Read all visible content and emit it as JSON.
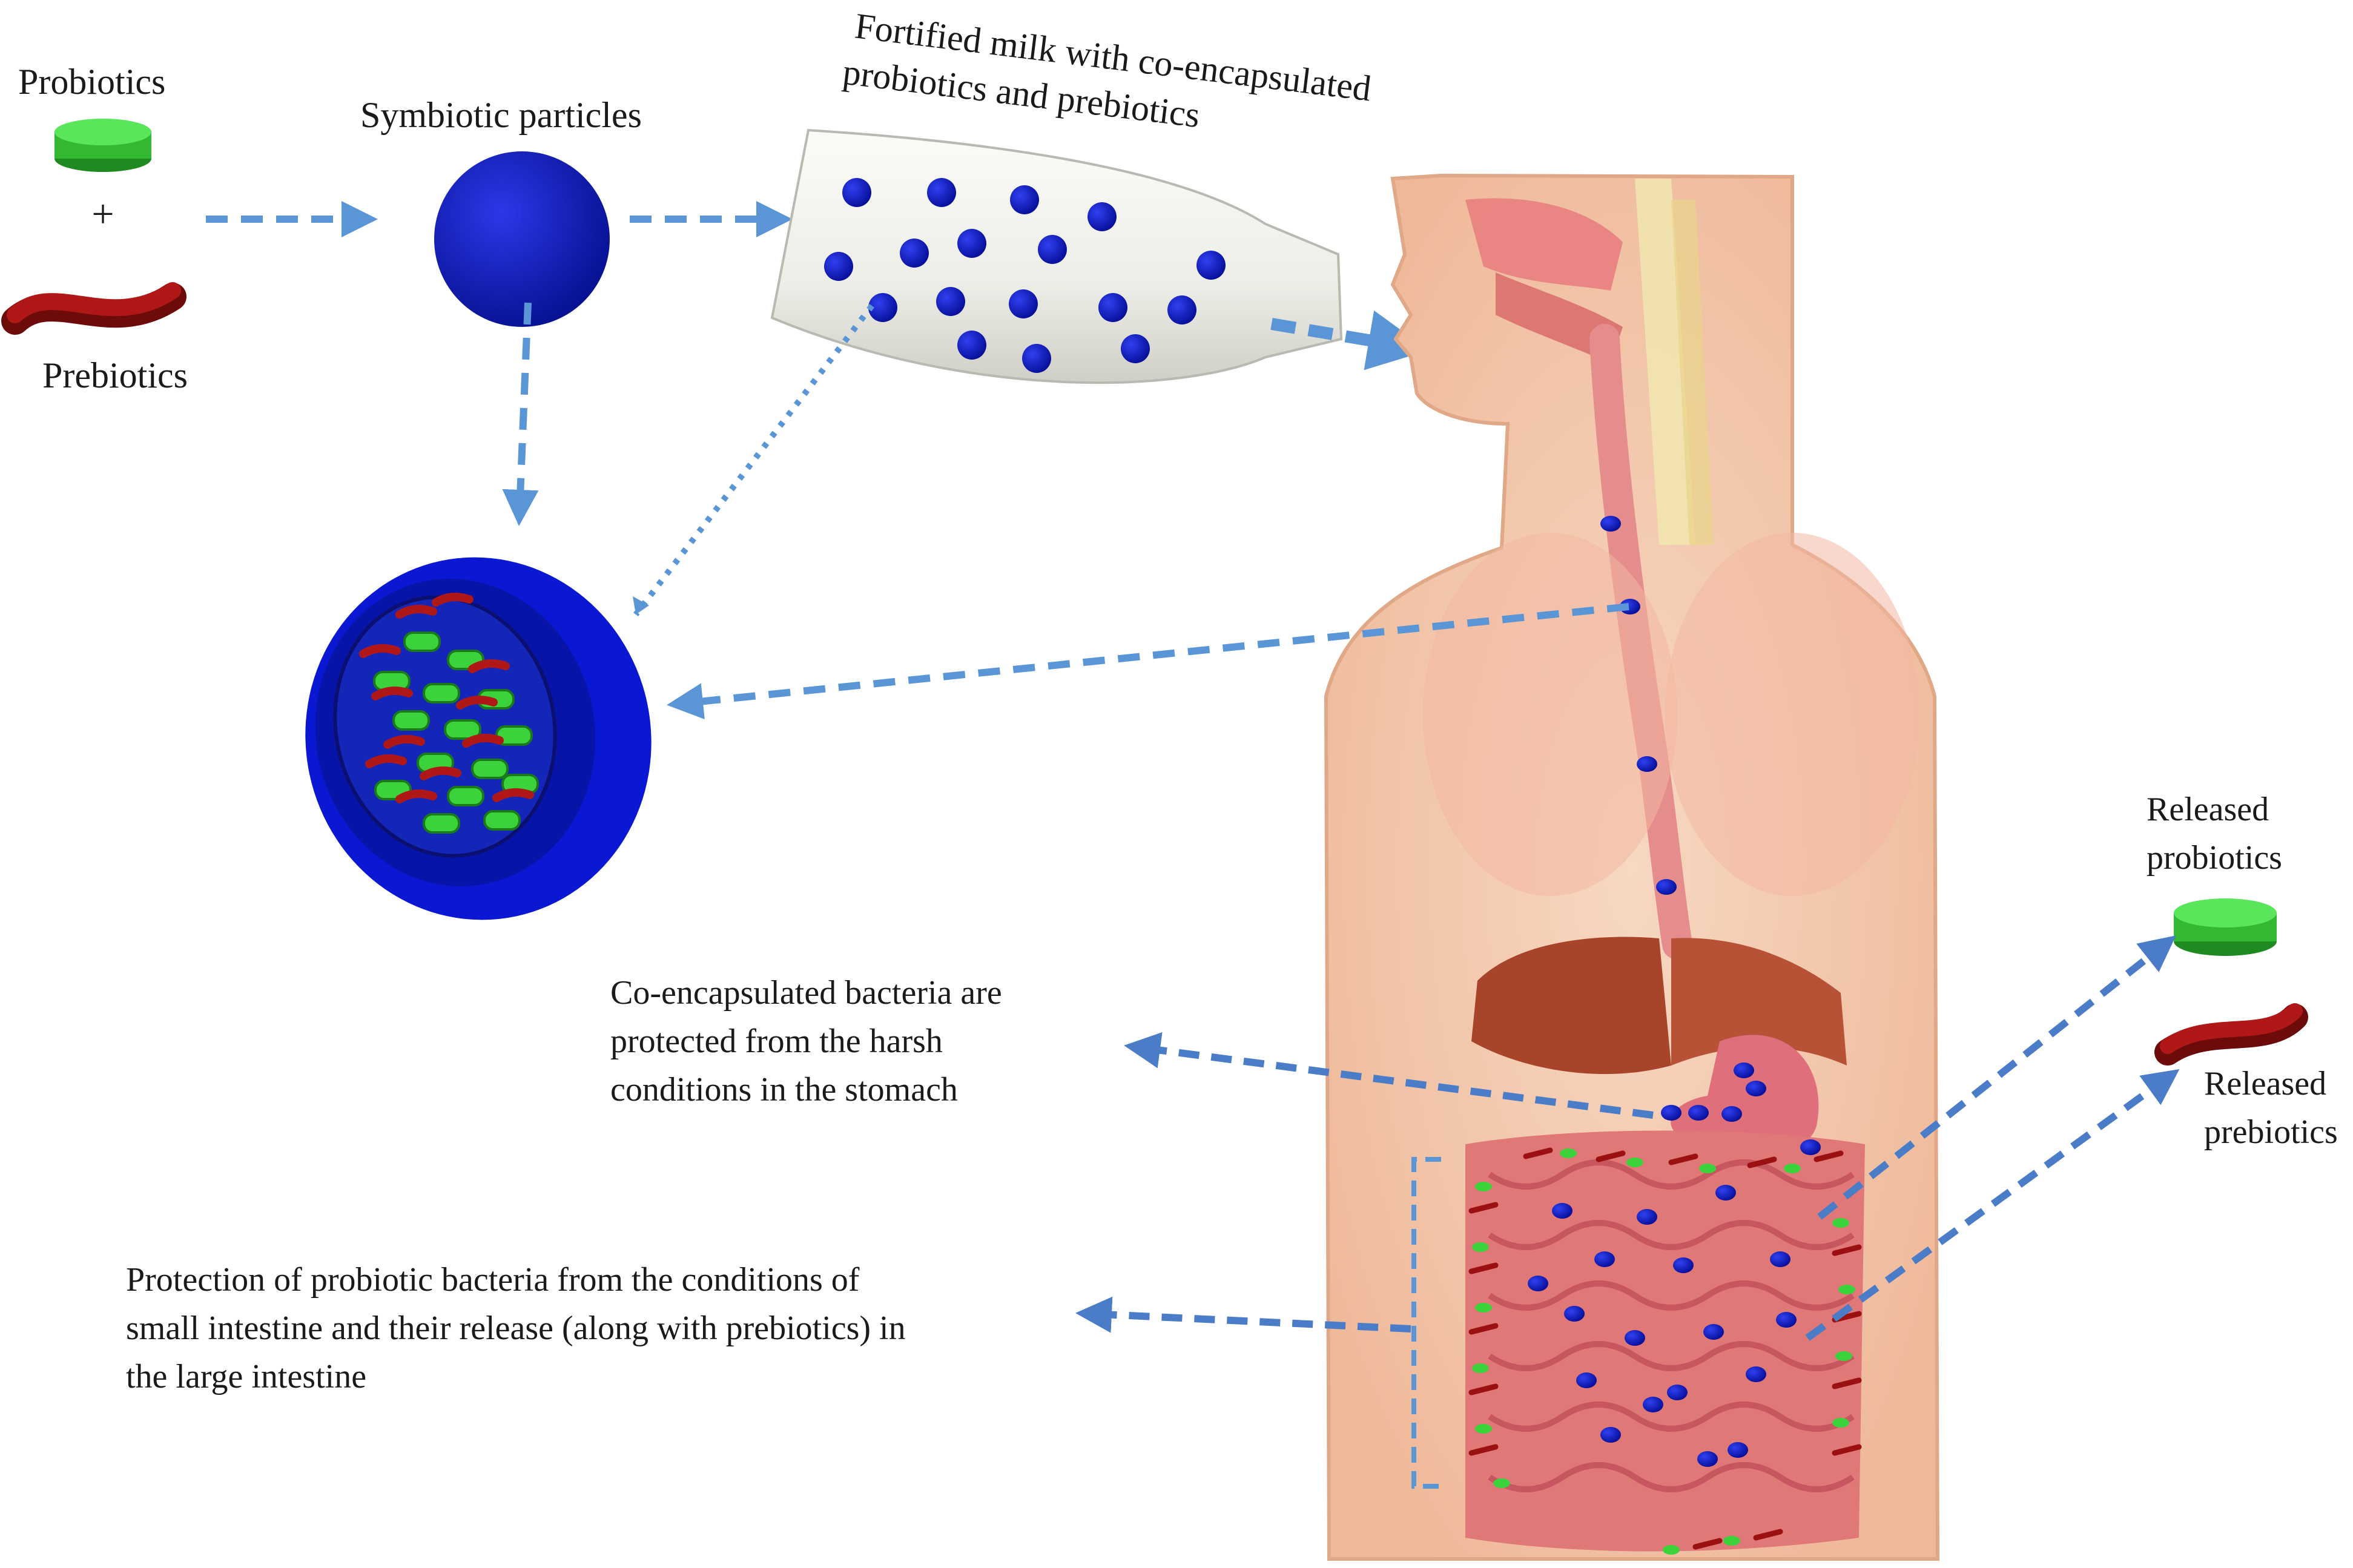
{
  "labels": {
    "probiotics": "Probiotics",
    "plus": "+",
    "prebiotics": "Prebiotics",
    "symbiotic": "Symbiotic particles",
    "fortified_line1": "Fortified milk with co-encapsulated",
    "fortified_line2": "probiotics and prebiotics",
    "stomach_line1": "Co-encapsulated bacteria are",
    "stomach_line2": "protected from the harsh",
    "stomach_line3": "conditions in the stomach",
    "intestine_line1": "Protection of probiotic bacteria from the conditions of",
    "intestine_line2": "small intestine and their release (along with prebiotics) in",
    "intestine_line3": "the large intestine",
    "released_probiotics_line1": "Released",
    "released_probiotics_line2": "probiotics",
    "released_prebiotics_line1": "Released",
    "released_prebiotics_line2": "prebiotics"
  },
  "colors": {
    "particle": "#0a14c8",
    "probiotic": "#3cd23c",
    "prebiotic": "#9b1010",
    "arrow": "#5a96d6",
    "skin": "#f3c9ad",
    "intestine": "#e07878",
    "liver": "#a8442a"
  },
  "icons": [
    "probiotic-pill-icon",
    "prebiotic-strand-icon",
    "particle-sphere-icon",
    "bottle-icon",
    "capsule-cross-section-icon",
    "human-torso-icon"
  ]
}
